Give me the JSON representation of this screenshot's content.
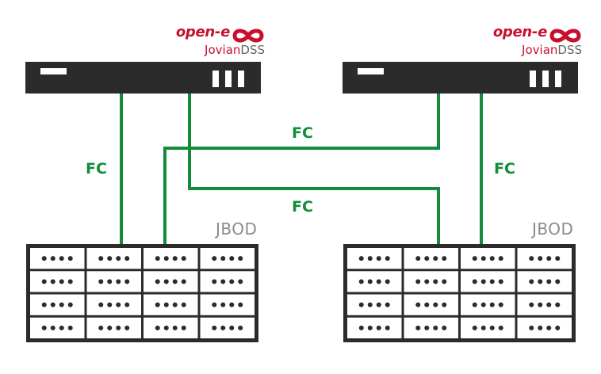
{
  "colors": {
    "device": "#2b2b2b",
    "cable": "#128c3a",
    "brand_red": "#c8102e",
    "brand_gray": "#666666",
    "label_gray": "#8a8a8a",
    "drive_face": "#ffffff"
  },
  "nodes": [
    {
      "brand": "open-e",
      "product_name": "Jovian",
      "product_suffix": "DSS",
      "icon": "infinity-logo-icon"
    },
    {
      "brand": "open-e",
      "product_name": "Jovian",
      "product_suffix": "DSS",
      "icon": "infinity-logo-icon"
    }
  ],
  "storage": [
    {
      "label": "JBOD",
      "rows": 4,
      "cols": 4,
      "leds_per_bay": 4
    },
    {
      "label": "JBOD",
      "rows": 4,
      "cols": 4,
      "leds_per_bay": 4
    }
  ],
  "links": [
    {
      "label": "FC"
    },
    {
      "label": "FC"
    },
    {
      "label": "FC"
    },
    {
      "label": "FC"
    }
  ]
}
